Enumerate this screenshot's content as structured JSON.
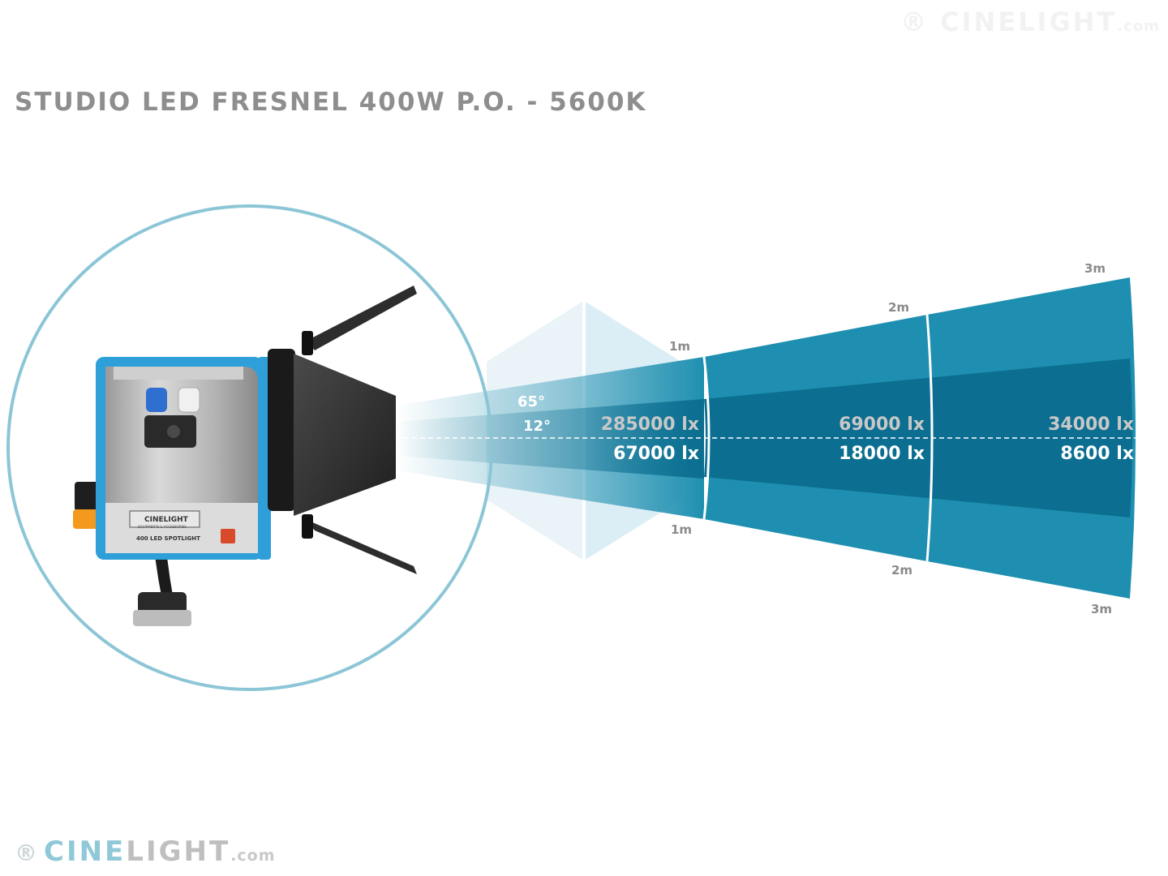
{
  "watermark": {
    "reg": "®",
    "name": "CINELIGHT",
    "domain": ".com"
  },
  "title": "STUDIO LED FRESNEL 400W P.O. - 5600K",
  "brand": {
    "reg": "®",
    "cine": "CINE",
    "light": "LIGHT",
    "domain": ".com"
  },
  "beam": {
    "wide_angle": "65°",
    "narrow_angle": "12°",
    "distances": [
      {
        "label_top": "1m",
        "label_bottom": "1m",
        "wide_lux": "285000 lx",
        "narrow_lux": "67000 lx"
      },
      {
        "label_top": "2m",
        "label_bottom": "2m",
        "wide_lux": "69000 lx",
        "narrow_lux": "18000 lx"
      },
      {
        "label_top": "3m",
        "label_bottom": "3m",
        "wide_lux": "34000 lx",
        "narrow_lux": "8600 lx"
      }
    ]
  },
  "fixture": {
    "brand_label": "CINELIGHT",
    "brand_sub": "EQUIPMENTS & ACCESSORIES",
    "model_label": "400 LED SPOTLIGHT"
  },
  "colors": {
    "beam_outer": "#1e8fb0",
    "beam_inner": "#0c6e90",
    "circle_stroke": "#8cc6d6",
    "fixture_blue": "#2e9fd8"
  }
}
